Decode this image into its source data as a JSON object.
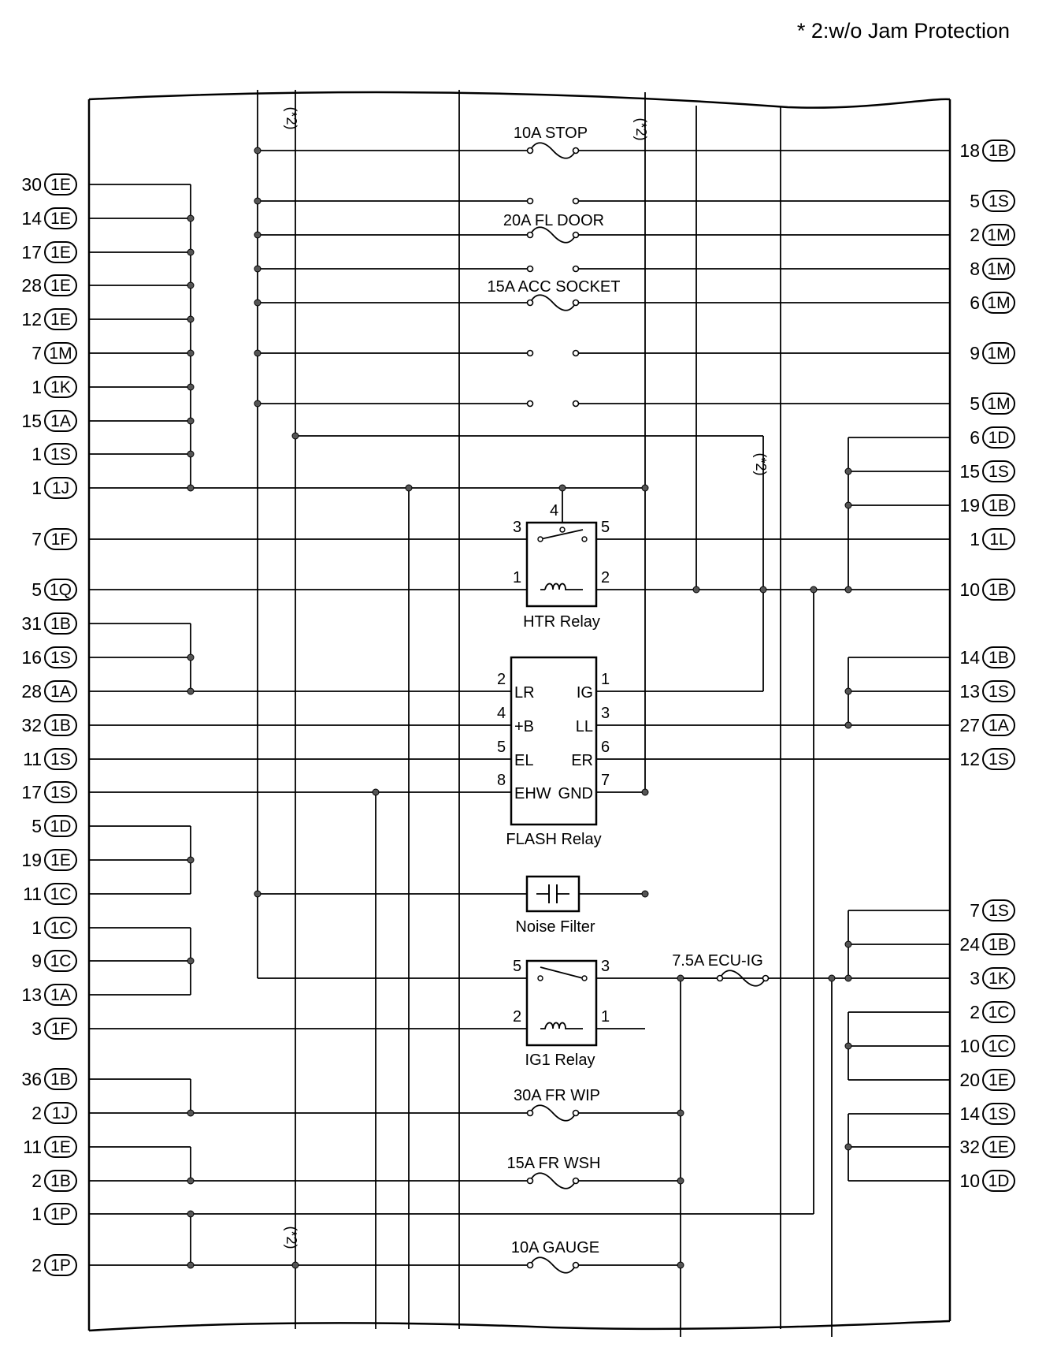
{
  "header": {
    "note": "* 2:w/o Jam Protection"
  },
  "left_terminals": [
    {
      "pin": "30",
      "conn": "1E"
    },
    {
      "pin": "14",
      "conn": "1E"
    },
    {
      "pin": "17",
      "conn": "1E"
    },
    {
      "pin": "28",
      "conn": "1E"
    },
    {
      "pin": "12",
      "conn": "1E"
    },
    {
      "pin": "7",
      "conn": "1M"
    },
    {
      "pin": "1",
      "conn": "1K"
    },
    {
      "pin": "15",
      "conn": "1A"
    },
    {
      "pin": "1",
      "conn": "1S"
    },
    {
      "pin": "1",
      "conn": "1J"
    },
    {
      "pin": "7",
      "conn": "1F"
    },
    {
      "pin": "5",
      "conn": "1Q"
    },
    {
      "pin": "31",
      "conn": "1B"
    },
    {
      "pin": "16",
      "conn": "1S"
    },
    {
      "pin": "28",
      "conn": "1A"
    },
    {
      "pin": "32",
      "conn": "1B"
    },
    {
      "pin": "11",
      "conn": "1S"
    },
    {
      "pin": "17",
      "conn": "1S"
    },
    {
      "pin": "5",
      "conn": "1D"
    },
    {
      "pin": "19",
      "conn": "1E"
    },
    {
      "pin": "11",
      "conn": "1C"
    },
    {
      "pin": "1",
      "conn": "1C"
    },
    {
      "pin": "9",
      "conn": "1C"
    },
    {
      "pin": "13",
      "conn": "1A"
    },
    {
      "pin": "3",
      "conn": "1F"
    },
    {
      "pin": "36",
      "conn": "1B"
    },
    {
      "pin": "2",
      "conn": "1J"
    },
    {
      "pin": "11",
      "conn": "1E"
    },
    {
      "pin": "2",
      "conn": "1B"
    },
    {
      "pin": "1",
      "conn": "1P"
    },
    {
      "pin": "2",
      "conn": "1P"
    }
  ],
  "right_terminals": [
    {
      "pin": "18",
      "conn": "1B"
    },
    {
      "pin": "5",
      "conn": "1S"
    },
    {
      "pin": "2",
      "conn": "1M"
    },
    {
      "pin": "8",
      "conn": "1M"
    },
    {
      "pin": "6",
      "conn": "1M"
    },
    {
      "pin": "9",
      "conn": "1M"
    },
    {
      "pin": "5",
      "conn": "1M"
    },
    {
      "pin": "6",
      "conn": "1D"
    },
    {
      "pin": "15",
      "conn": "1S"
    },
    {
      "pin": "19",
      "conn": "1B"
    },
    {
      "pin": "1",
      "conn": "1L"
    },
    {
      "pin": "10",
      "conn": "1B"
    },
    {
      "pin": "14",
      "conn": "1B"
    },
    {
      "pin": "13",
      "conn": "1S"
    },
    {
      "pin": "27",
      "conn": "1A"
    },
    {
      "pin": "12",
      "conn": "1S"
    },
    {
      "pin": "7",
      "conn": "1S"
    },
    {
      "pin": "24",
      "conn": "1B"
    },
    {
      "pin": "3",
      "conn": "1K"
    },
    {
      "pin": "2",
      "conn": "1C"
    },
    {
      "pin": "10",
      "conn": "1C"
    },
    {
      "pin": "20",
      "conn": "1E"
    },
    {
      "pin": "14",
      "conn": "1S"
    },
    {
      "pin": "32",
      "conn": "1E"
    },
    {
      "pin": "10",
      "conn": "1D"
    }
  ],
  "fuses": {
    "stop": "10A STOP",
    "fl_door": "20A FL DOOR",
    "acc_socket": "15A ACC SOCKET",
    "ecu_ig": "7.5A ECU-IG",
    "fr_wip": "30A FR WIP",
    "fr_wsh": "15A FR WSH",
    "gauge": "10A GAUGE"
  },
  "notes": {
    "star2": "(*2)"
  },
  "htr_relay": {
    "label": "HTR Relay",
    "pin4": "4",
    "pin3": "3",
    "pin5": "5",
    "pin1": "1",
    "pin2": "2"
  },
  "flash_relay": {
    "label": "FLASH Relay",
    "pins": {
      "p2": "2",
      "p4": "4",
      "p5": "5",
      "p8": "8",
      "p1": "1",
      "p3": "3",
      "p6": "6",
      "p7": "7"
    },
    "left_names": {
      "lr": "LR",
      "b": "+B",
      "el": "EL",
      "ehw": "EHW"
    },
    "right_names": {
      "ig": "IG",
      "ll": "LL",
      "er": "ER",
      "gnd": "GND"
    }
  },
  "noise_filter": {
    "label": "Noise Filter"
  },
  "ig1_relay": {
    "label": "IG1 Relay",
    "pin5": "5",
    "pin3": "3",
    "pin2": "2",
    "pin1": "1"
  }
}
